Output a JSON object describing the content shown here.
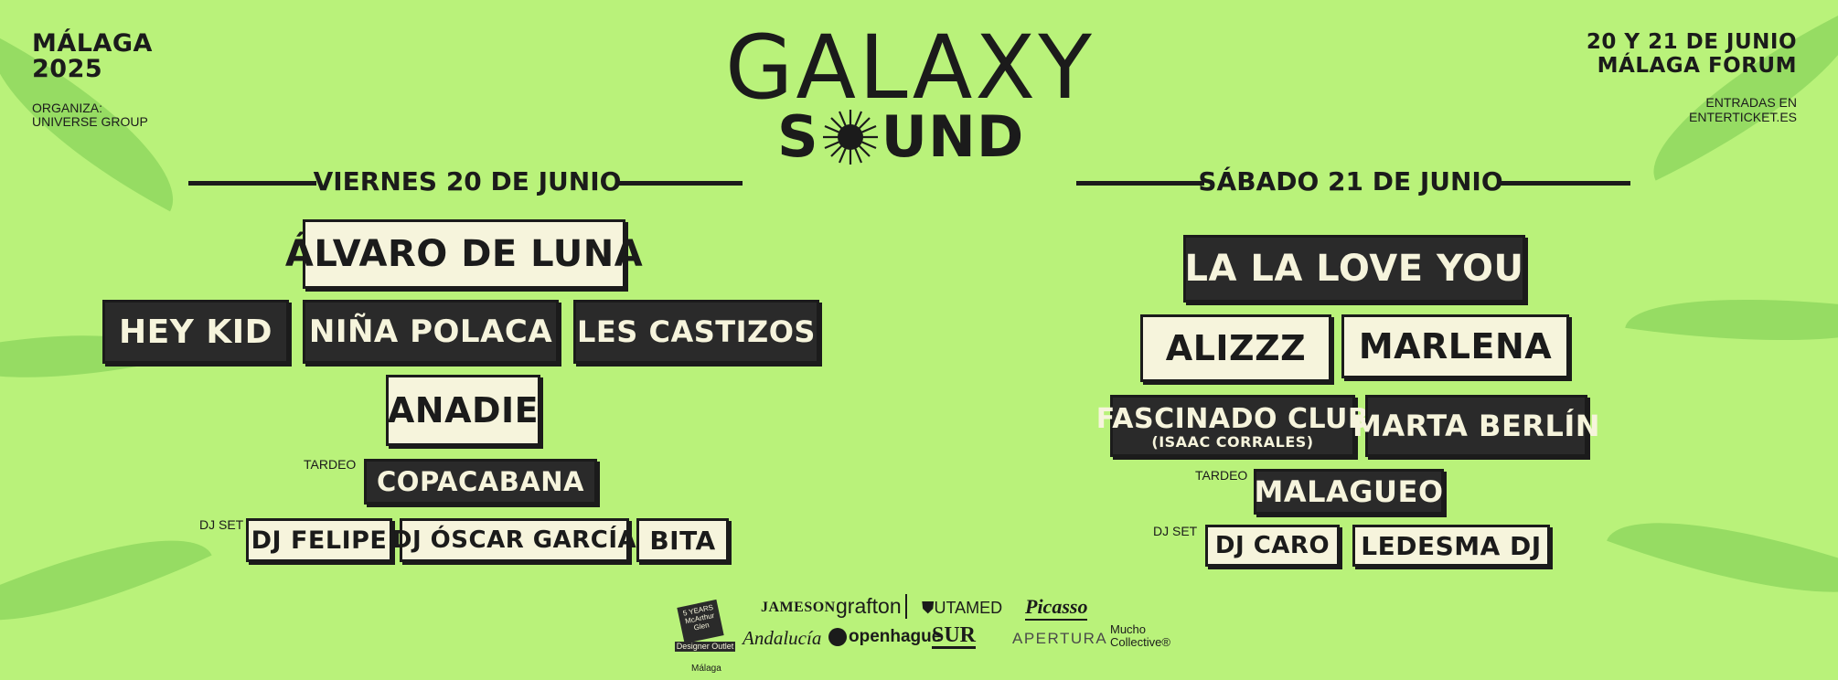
{
  "top_left": {
    "city": "MÁLAGA",
    "year": "2025",
    "organiza_label": "ORGANIZA:",
    "organizer": "UNIVERSE GROUP"
  },
  "top_right": {
    "dates": "20 Y 21 DE JUNIO",
    "venue": "MÁLAGA FORUM",
    "tickets_label": "ENTRADAS EN",
    "tickets_site": "ENTERTICKET.ES"
  },
  "logo": {
    "line1": "GALAXY",
    "line2_left": "S",
    "line2_right": "UND"
  },
  "friday": {
    "heading": "VIERNES 20 DE JUNIO",
    "headliner": "ÁLVARO DE LUNA",
    "row2": [
      "HEY KID",
      "NIÑA POLACA",
      "LES CASTIZOS"
    ],
    "row3": "ANADIE",
    "tardeo_label": "TARDEO",
    "tardeo": "COPACABANA",
    "djset_label": "DJ SET",
    "djs": [
      "DJ FELIPE",
      "DJ ÓSCAR GARCÍA",
      "BITA"
    ]
  },
  "saturday": {
    "heading": "SÁBADO 21 DE JUNIO",
    "headliner": "LA LA LOVE YOU",
    "row2": [
      "ALIZZZ",
      "MARLENA"
    ],
    "row3": [
      {
        "name": "FASCINADO CLUB",
        "sub": "(ISAAC CORRALES)"
      },
      {
        "name": "MARTA BERLÍN"
      }
    ],
    "tardeo_label": "TARDEO",
    "tardeo": "MALAGUEO",
    "djset_label": "DJ SET",
    "djs": [
      "DJ CARO",
      "LEDESMA DJ"
    ]
  },
  "sponsors": {
    "mcarthur": {
      "years": "5 YEARS",
      "name1": "McArthur",
      "name2": "Glen",
      "outlet": "Designer Outlet",
      "city": "Málaga"
    },
    "row1": [
      "JAMESON",
      "grafton",
      "UTAMED",
      "Picasso"
    ],
    "row2": [
      "Andalucía",
      "openhague",
      "SUR",
      "APERTURA",
      "Mucho Collective®"
    ]
  },
  "colors": {
    "background": "#b9f27a",
    "leaf": "#8fd85f",
    "dark_box": "#2a2a2a",
    "light_box": "#f6f4dc",
    "ink": "#1b1b1b"
  }
}
